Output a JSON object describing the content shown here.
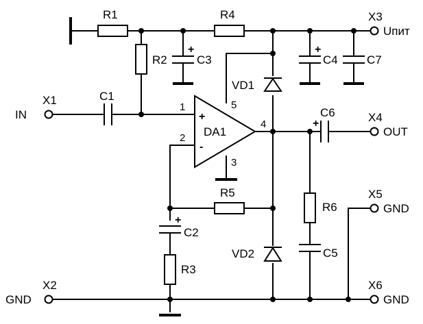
{
  "resistors": {
    "r1": "R1",
    "r2": "R2",
    "r3": "R3",
    "r4": "R4",
    "r5": "R5",
    "r6": "R6"
  },
  "capacitors": {
    "c1": "C1",
    "c2": "C2",
    "c3": "C3",
    "c4": "C4",
    "c5": "C5",
    "c6": "C6",
    "c7": "C7"
  },
  "diodes": {
    "vd1": "VD1",
    "vd2": "VD2"
  },
  "opamp": {
    "label": "DA1",
    "plus": "+",
    "minus": "-",
    "pin1": "1",
    "pin2": "2",
    "pin3": "3",
    "pin4": "4",
    "pin5": "5"
  },
  "polarity": "+",
  "connectors": {
    "x1": {
      "id": "X1",
      "name": "IN"
    },
    "x2": {
      "id": "X2",
      "name": "GND"
    },
    "x3": {
      "id": "X3",
      "name": "Uпит"
    },
    "x4": {
      "id": "X4",
      "name": "OUT"
    },
    "x5": {
      "id": "X5",
      "name": "GND"
    },
    "x6": {
      "id": "X6",
      "name": "GND"
    }
  }
}
